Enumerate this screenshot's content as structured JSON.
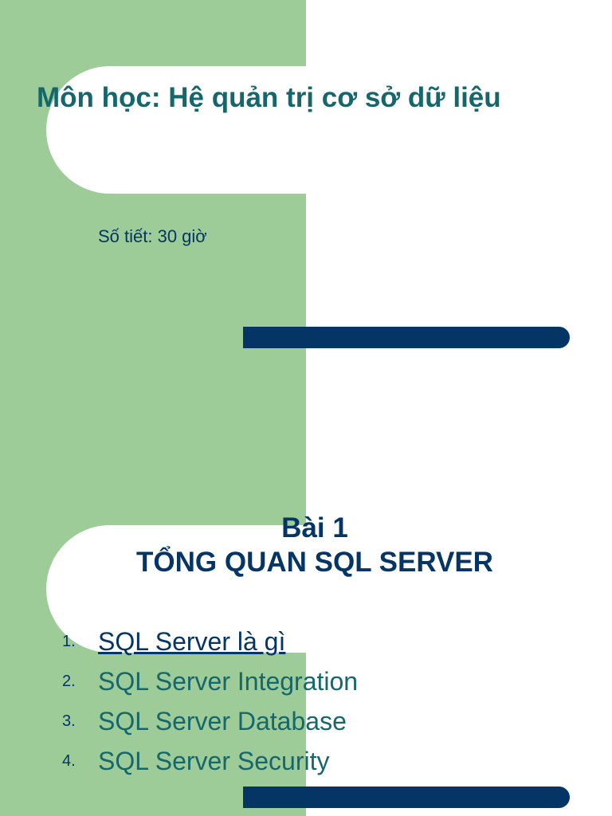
{
  "slide": {
    "course_title": "Môn học: Hệ quản trị cơ sở dữ liệu",
    "hours": "Số tiết: 30 giờ",
    "lesson": {
      "number": "Bài 1",
      "title": "TỔNG QUAN SQL SERVER"
    },
    "topics": [
      {
        "number": "1.",
        "label": "SQL Server là gì",
        "is_link": true
      },
      {
        "number": "2.",
        "label": "SQL Server Integration",
        "is_link": false
      },
      {
        "number": "3.",
        "label": "SQL Server Database",
        "is_link": false
      },
      {
        "number": "4.",
        "label": "SQL Server Security",
        "is_link": false
      }
    ]
  },
  "colors": {
    "green_band": "#9dcc98",
    "navy": "#043565",
    "teal_text": "#16676b",
    "background": "#ffffff"
  }
}
